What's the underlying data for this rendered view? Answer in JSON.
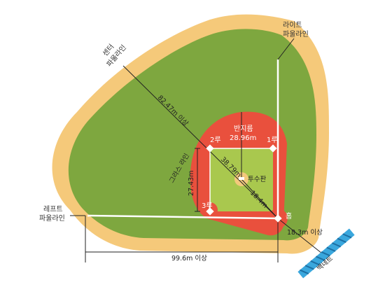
{
  "labels": {
    "right_foul_line": [
      "라이트",
      "파울라인"
    ],
    "center_foul_line": [
      "센터",
      "파울라인"
    ],
    "left_foul_line": [
      "레프트",
      "파울라인"
    ],
    "center_distance": "82.47m 이상",
    "radius_label": "반지름",
    "radius_value": "28.96m",
    "second_base": "2루",
    "first_base": "1루",
    "third_base": "3루",
    "home": "홈",
    "diagonal": "38.79m",
    "grass_line": "그라스 라인",
    "base_distance": "27.43m",
    "pitcher_plate": "투수판",
    "pitch_distance": "18.4m",
    "backstop_distance": "18.3m 이상",
    "foul_distance": "99.6m 이상",
    "backnet": "백네트"
  },
  "colors": {
    "outer_track": "#f5c97a",
    "outfield_grass": "#7ea73f",
    "infield_dirt": "#e9503d",
    "infield_grass": "#a9c84e",
    "pitcher_mound": "#f3c97c",
    "backnet": "#3aa7dd"
  }
}
